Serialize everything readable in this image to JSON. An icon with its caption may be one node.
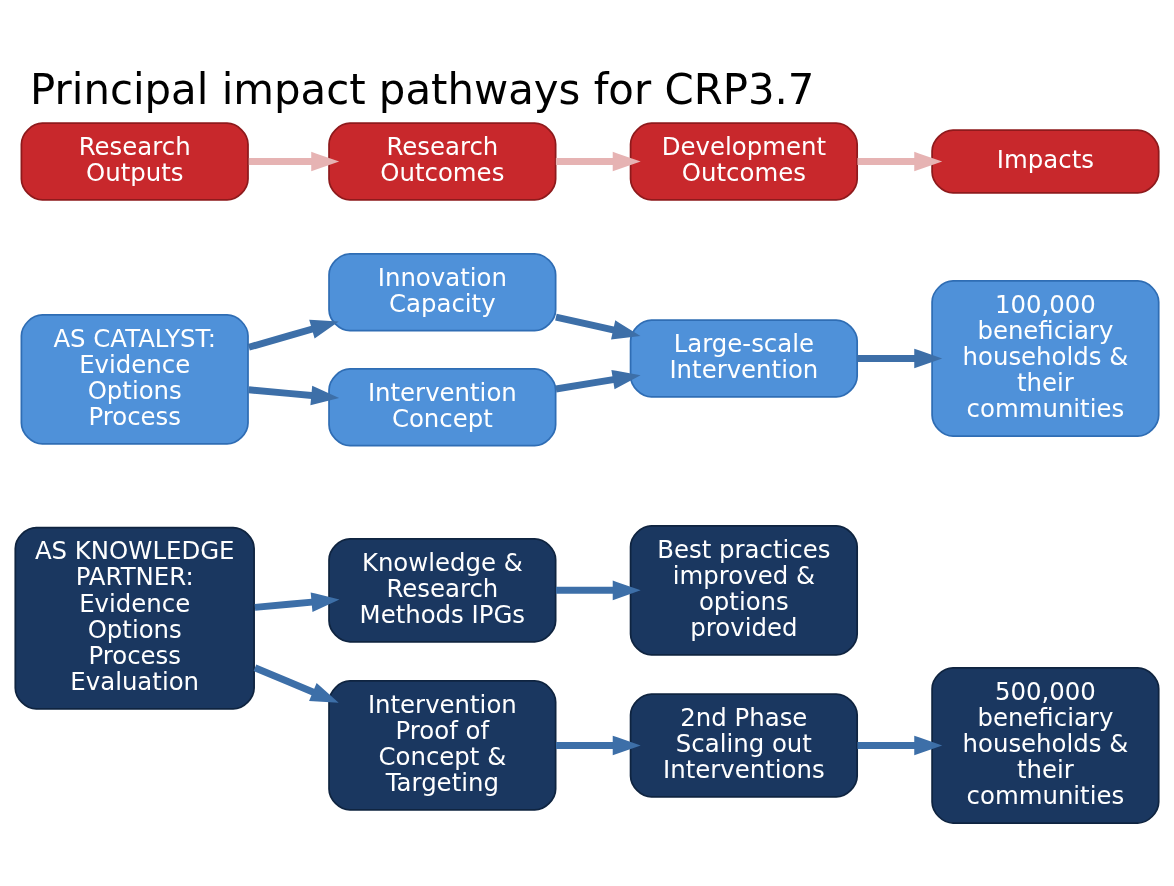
{
  "diagram": {
    "title": "Principal impact pathways for CRP3.7",
    "nodes": [
      {
        "text": [
          "Research Outputs"
        ]
      },
      {
        "text": [
          "Research Outcomes"
        ]
      },
      {
        "text": [
          "Development Outcomes"
        ]
      },
      {
        "text": [
          "Impacts"
        ]
      },
      {
        "text": [
          "AS CATALYST: Evidence Options Process"
        ]
      },
      {
        "text": [
          "Intervention Concept"
        ]
      },
      {
        "text": [
          "Innovation Capacity"
        ]
      },
      {
        "text": [
          "Large-scale Intervention"
        ]
      },
      {
        "text": [
          "100,000 beneficiary households & their communities"
        ]
      },
      {
        "text": [
          "AS KNOWLEDGE PARTNER: Evidence Options Process Evaluation"
        ]
      },
      {
        "text": [
          "Intervention Proof of Concept & Targeting"
        ]
      },
      {
        "text": [
          "2nd Phase Scaling out Interventions"
        ]
      },
      {
        "text": [
          "500,000 beneficiary households & their communities"
        ]
      },
      {
        "text": [
          "Knowledge & Research Methods IPGs"
        ]
      },
      {
        "text": [
          "Best practices improved & options provided"
        ]
      }
    ],
    "edges": [
      {
        "from": 0,
        "to": 1,
        "arrow": "to",
        "color": "#e6b3b3"
      },
      {
        "from": 1,
        "to": 2,
        "arrow": "to",
        "color": "#e6b3b3"
      },
      {
        "from": 2,
        "to": 3,
        "arrow": "to",
        "color": "#e6b3b3"
      },
      {
        "from": 4,
        "to": 5,
        "arrow": "to"
      },
      {
        "from": 4,
        "to": 6,
        "arrow": "to"
      },
      {
        "from": 5,
        "to": 7,
        "arrow": "to"
      },
      {
        "from": 6,
        "to": 7,
        "arrow": "to"
      },
      {
        "from": 7,
        "to": 8,
        "arrow": "to"
      },
      {
        "from": 9,
        "to": 10,
        "arrow": "to"
      },
      {
        "from": 9,
        "to": 13,
        "arrow": "to"
      },
      {
        "from": 10,
        "to": 11,
        "arrow": "to"
      },
      {
        "from": 11,
        "to": 12,
        "arrow": "to"
      },
      {
        "from": 13,
        "to": 14,
        "arrow": "to"
      }
    ]
  }
}
